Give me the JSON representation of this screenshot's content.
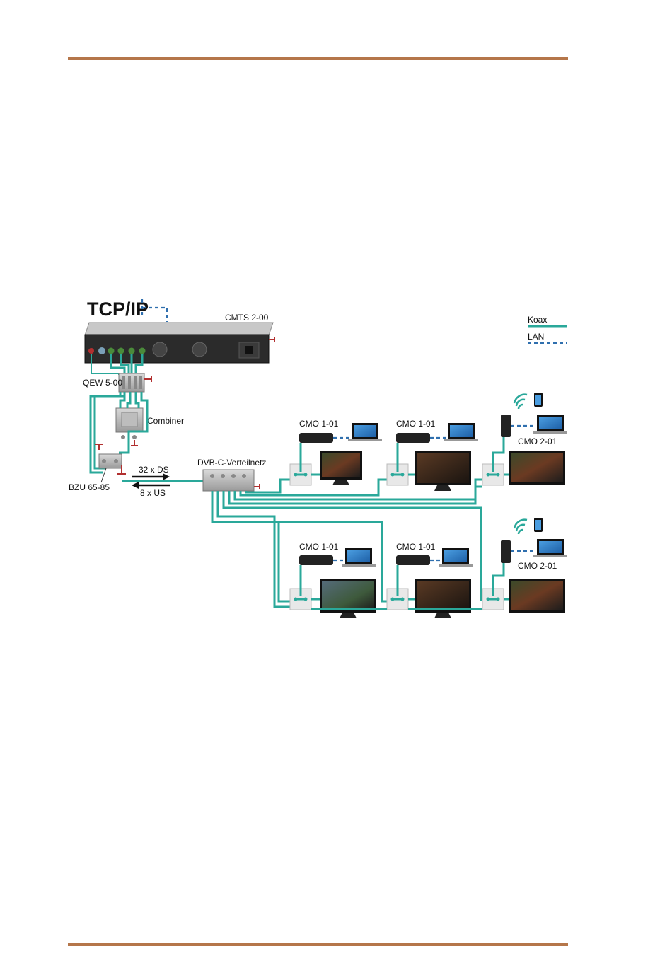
{
  "page": {
    "accent_color": "#b5764a",
    "koax_color": "#2aa89a",
    "lan_color": "#2f6fae"
  },
  "diagram": {
    "tcpip": "TCP/IP",
    "cmts": "CMTS 2-00",
    "qew": "QEW 5-00",
    "combiner": "Combiner",
    "bzu": "BZU 65-85",
    "ds": "32 x DS",
    "us": "8 x US",
    "dvbc": "DVB-C-Verteilnetz",
    "legend": {
      "koax": "Koax",
      "lan": "LAN"
    },
    "modems": {
      "m1": "CMO 1-01",
      "m2": "CMO 1-01",
      "m3": "CMO 2-01",
      "m4": "CMO 1-01",
      "m5": "CMO 1-01",
      "m6": "CMO 2-01"
    }
  }
}
